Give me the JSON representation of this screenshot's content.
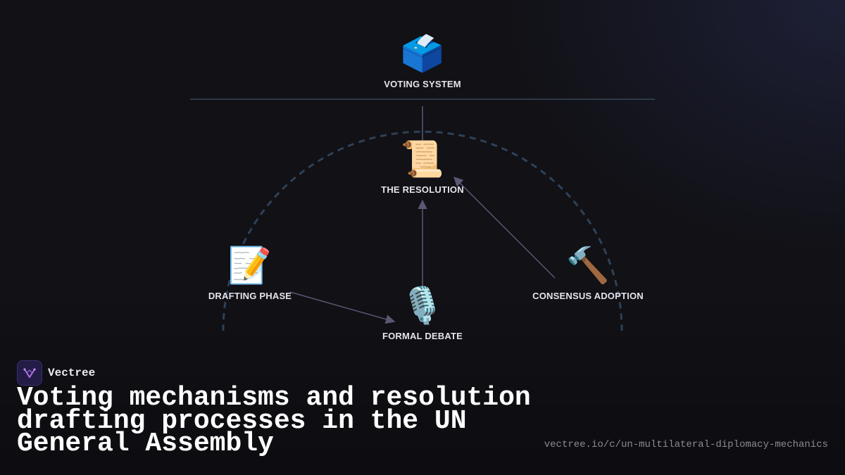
{
  "nodes": {
    "voting_system": {
      "emoji": "🗳️",
      "label": "VOTING SYSTEM"
    },
    "the_resolution": {
      "emoji": "📜",
      "label": "THE RESOLUTION"
    },
    "drafting_phase": {
      "emoji": "📝",
      "label": "DRAFTING PHASE"
    },
    "formal_debate": {
      "emoji": "🎙️",
      "label": "FORMAL DEBATE"
    },
    "consensus_adoption": {
      "emoji": "🔨",
      "label": "CONSENSUS ADOPTION"
    }
  },
  "edges": [
    {
      "from": "voting_system",
      "to": "the_resolution"
    },
    {
      "from": "formal_debate",
      "to": "the_resolution"
    },
    {
      "from": "consensus_adoption",
      "to": "the_resolution"
    },
    {
      "from": "drafting_phase",
      "to": "formal_debate"
    }
  ],
  "brand": {
    "name": "Vectree"
  },
  "headline": "Voting mechanisms and resolution drafting processes in the UN General Assembly",
  "url": "vectree.io/c/un-multilateral-diplomacy-mechanics",
  "colors": {
    "background": "#111116",
    "arrow": "#5a5873",
    "dashed_arc": "#2e4157",
    "divider": "#2c3a48",
    "label": "#e4e4ea",
    "brand_accent": "#b06ee0"
  }
}
